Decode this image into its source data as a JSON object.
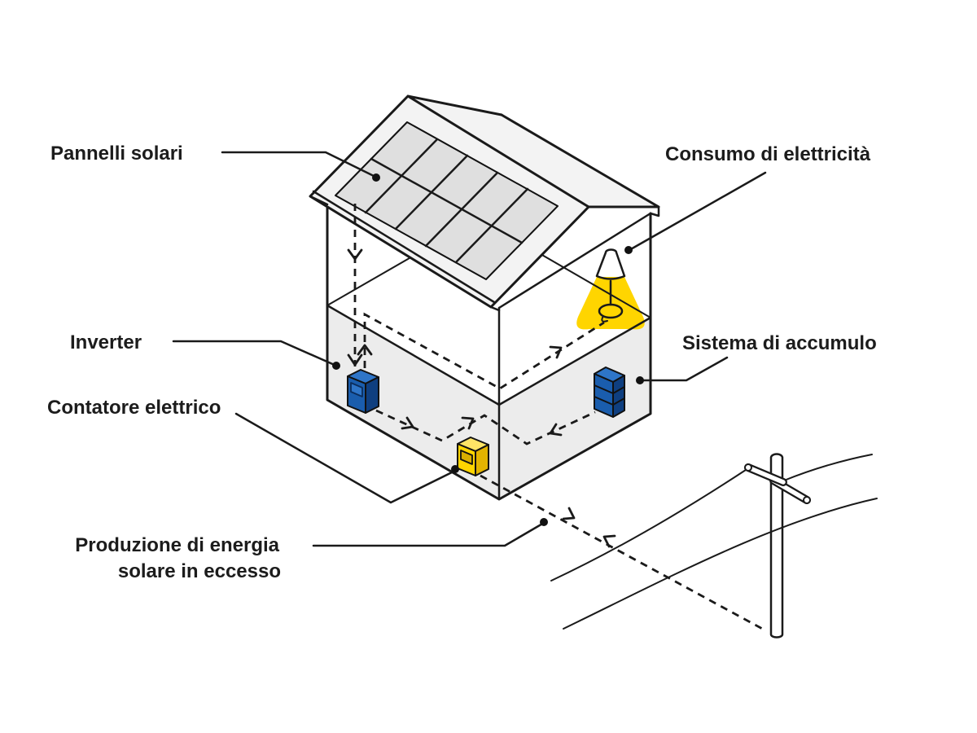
{
  "diagram": {
    "labels": {
      "solar_panels": "Pannelli solari",
      "electricity_consumption": "Consumo di elettricità",
      "inverter": "Inverter",
      "storage_system": "Sistema di accumulo",
      "electric_meter": "Contatore elettrico",
      "excess_production_line1": "Produzione di energia",
      "excess_production_line2": "solare in eccesso"
    },
    "colors": {
      "accent_yellow": "#ffd500",
      "accent_yellow_top": "#ffe566",
      "accent_yellow_side": "#e3b400",
      "accent_blue": "#1a5dad",
      "accent_blue_top": "#2e75c8",
      "accent_blue_side": "#0f3f80",
      "ink": "#1a1a1a",
      "roof_fill": "#f3f3f3",
      "panel_fill": "#dfdfdf",
      "wall_band_fill": "#ececec",
      "background": "#ffffff"
    },
    "components": [
      "house",
      "solar-panel-array",
      "lamp",
      "inverter",
      "battery-storage",
      "electric-meter",
      "power-pole",
      "power-lines"
    ]
  }
}
